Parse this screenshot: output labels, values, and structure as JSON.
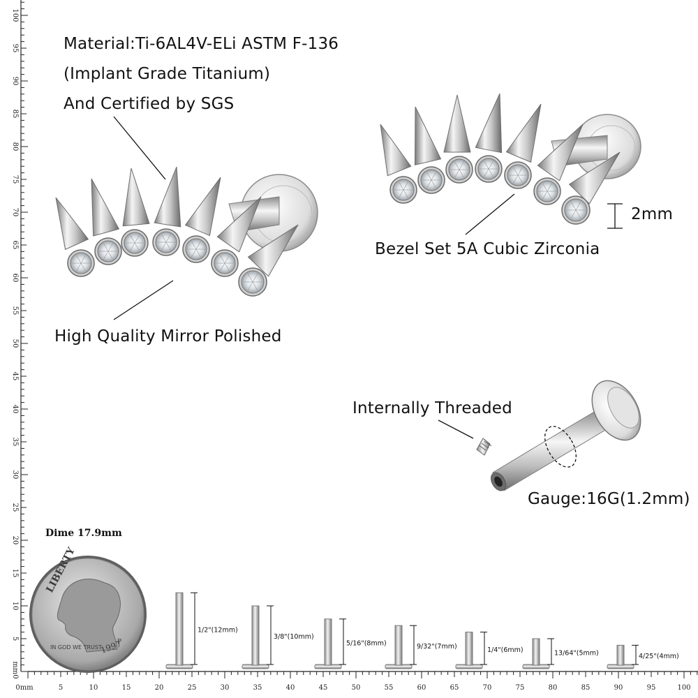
{
  "labels": {
    "material_line1": "Material:Ti-6AL4V-ELi ASTM F-136",
    "material_line2": "(Implant Grade Titanium)",
    "material_line3": "And Certified by SGS",
    "polish": "High Quality Mirror Polished",
    "bezel": "Bezel Set 5A Cubic Zirconia",
    "size_2mm": "2mm",
    "threaded": "Internally Threaded",
    "gauge": "Gauge:16G(1.2mm)",
    "dime": "Dime 17.9mm"
  },
  "coin": {
    "top_text": "LIBERTY",
    "motto": "IN GOD WE TRUST",
    "year": "1997",
    "mint": "P"
  },
  "ruler": {
    "unit_label": "0mm",
    "vertical_zero": "mm0",
    "marks": [
      "5",
      "10",
      "15",
      "20",
      "25",
      "30",
      "35",
      "40",
      "45",
      "50",
      "55",
      "60",
      "65",
      "70",
      "75",
      "80",
      "85",
      "90",
      "95",
      "100"
    ]
  },
  "lengths": [
    {
      "label": "1/2\"(12mm)",
      "mm": 12
    },
    {
      "label": "3/8\"(10mm)",
      "mm": 10
    },
    {
      "label": "5/16\"(8mm)",
      "mm": 8
    },
    {
      "label": "9/32\"(7mm)",
      "mm": 7
    },
    {
      "label": "1/4\"(6mm)",
      "mm": 6
    },
    {
      "label": "13/64\"(5mm)",
      "mm": 5
    },
    {
      "label": "4/25\"(4mm)",
      "mm": 4
    }
  ],
  "colors": {
    "metal_light": "#f2f2f2",
    "metal_mid": "#b8b8b8",
    "metal_dark": "#6e6e6e",
    "ruler": "#222222"
  }
}
